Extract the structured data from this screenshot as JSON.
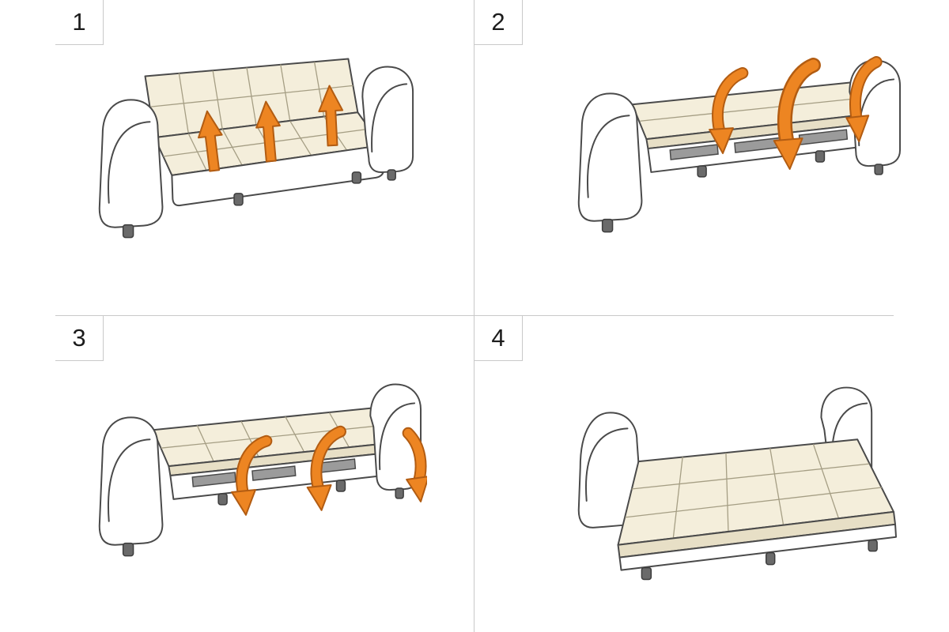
{
  "page": {
    "background": "#ffffff"
  },
  "colors": {
    "arrow": "#ed8522",
    "arrow_outline": "#b25c12",
    "cushion": "#f4eedb",
    "cushion_shade": "#e7dfc6",
    "sofa_frame": "#ffffff",
    "outline": "#4a4a4a",
    "divider": "#c9c9c9",
    "step_number": "#1c1c1c"
  },
  "steps": [
    {
      "number": "1",
      "illustration": "sofa-upright-arrows-up"
    },
    {
      "number": "2",
      "illustration": "sofa-backrest-folded-down-arrows-down"
    },
    {
      "number": "3",
      "illustration": "sofa-deck-unfolding-arrows-down"
    },
    {
      "number": "4",
      "illustration": "sofa-converted-flat-bed"
    }
  ]
}
